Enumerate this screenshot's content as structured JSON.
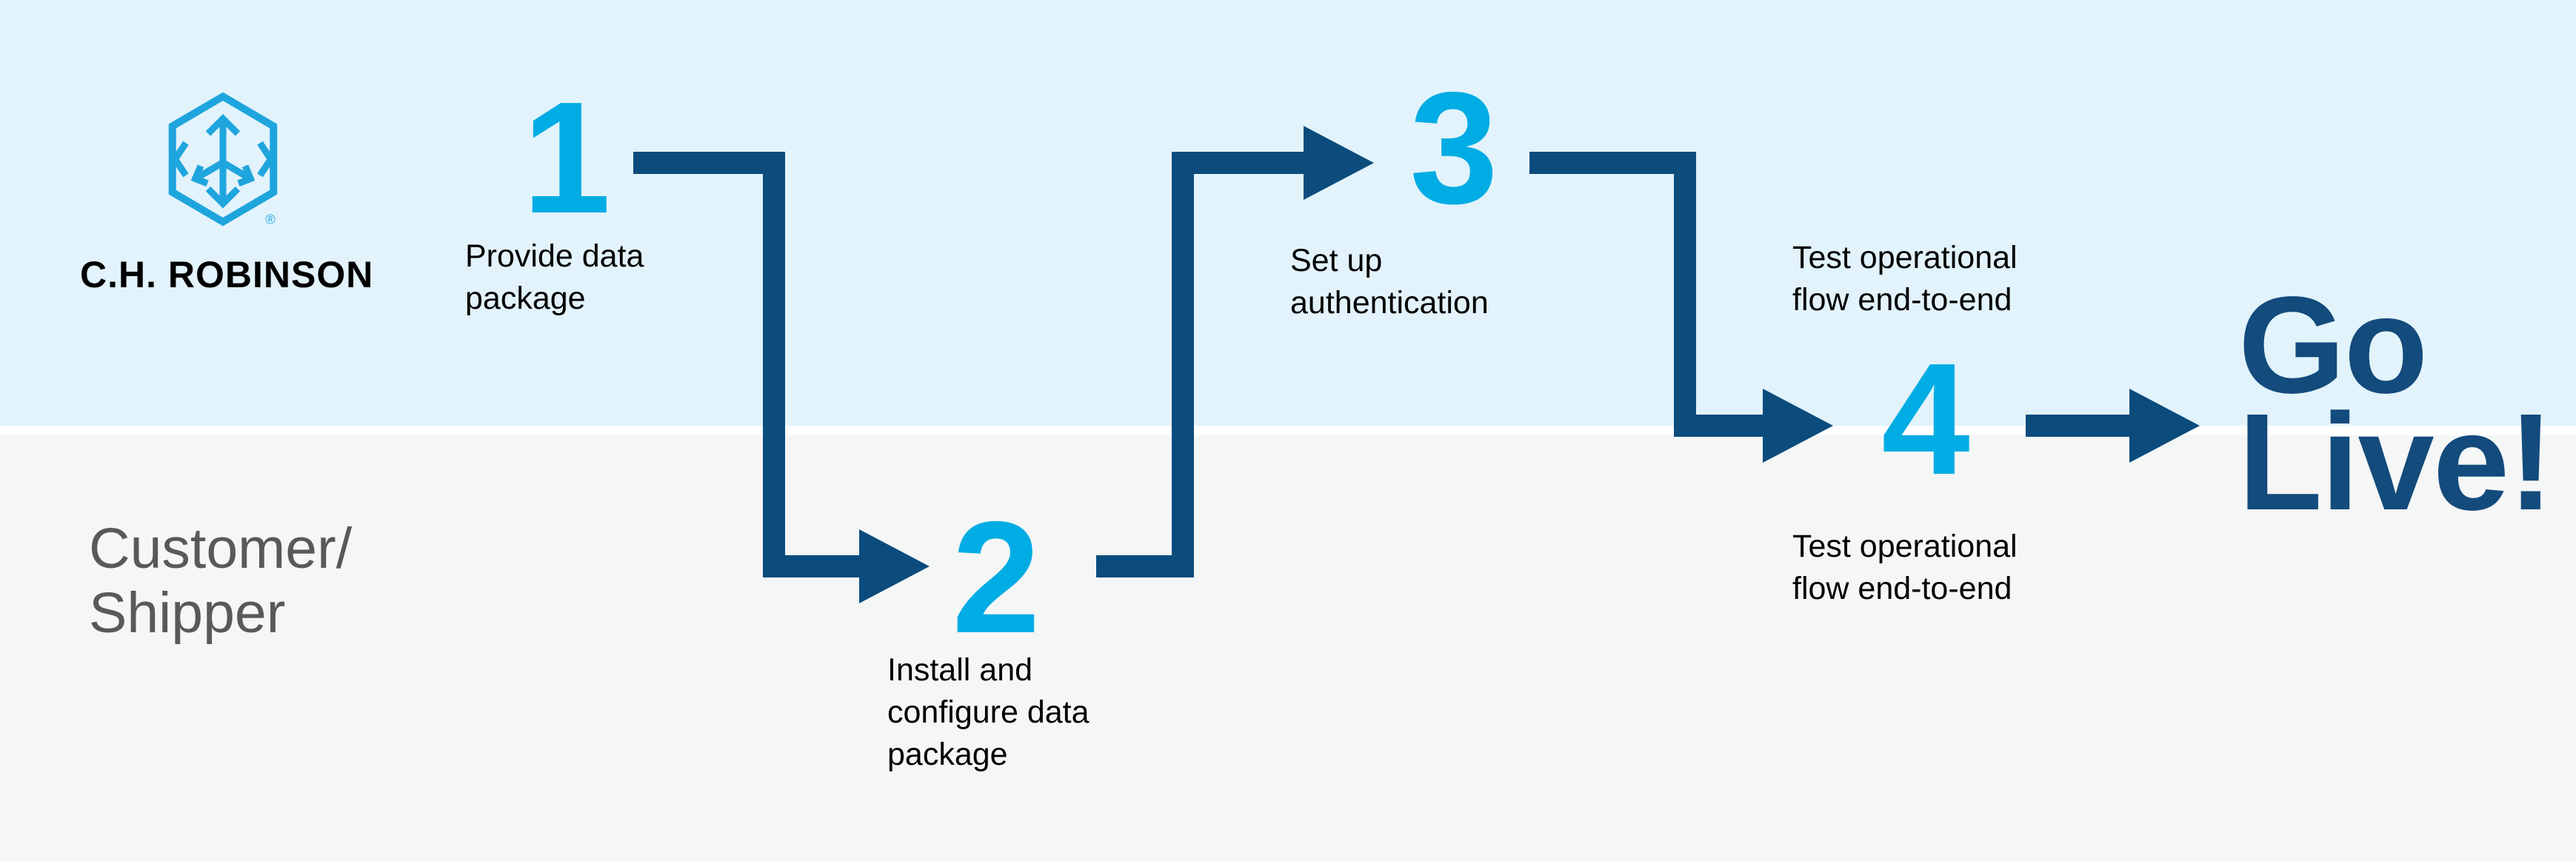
{
  "colors": {
    "lane-top-bg": "#E2F3FB",
    "lane-bottom-bg": "#F5F6F6",
    "divider": "#FFFFFF",
    "accent-blue": "#00ACE4",
    "navy": "#0B4C7D",
    "go-live": "#134B7C",
    "logo-blue": "#1FA5DE",
    "text-black": "#000000",
    "lane-label-gray": "#58595B"
  },
  "logo": {
    "wordmark": "C.H. ROBINSON",
    "registered_mark": "®",
    "icon": "ch-robinson-hexagon-cube-arrows"
  },
  "lane_labels": {
    "bottom": [
      "Customer/",
      "Shipper"
    ]
  },
  "steps": [
    {
      "number": "1",
      "label_lines": [
        "Provide data",
        "package"
      ]
    },
    {
      "number": "2",
      "label_lines": [
        "Install and",
        "configure data",
        "package"
      ]
    },
    {
      "number": "3",
      "label_lines": [
        "Set up",
        "authentication"
      ]
    },
    {
      "number": "4",
      "label_lines_top": [
        "Test operational",
        "flow end-to-end"
      ],
      "label_lines_bottom": [
        "Test operational",
        "flow end-to-end"
      ]
    }
  ],
  "finale": {
    "lines": [
      "Go",
      "Live!"
    ]
  }
}
